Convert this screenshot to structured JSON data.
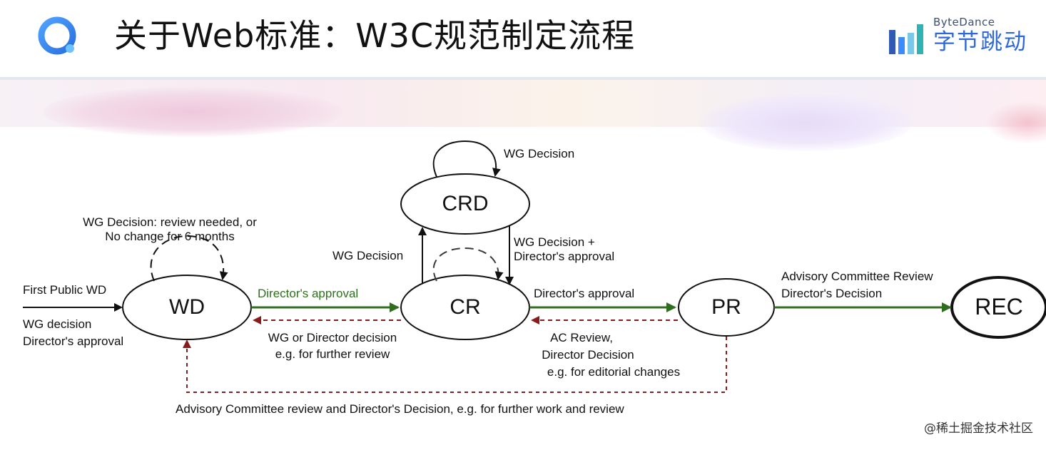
{
  "header": {
    "title": "关于Web标准：W3C规范制定流程",
    "brand_en": "ByteDance",
    "brand_zh": "字节跳动"
  },
  "diagram": {
    "nodes": {
      "wd": "WD",
      "cr": "CR",
      "crd": "CRD",
      "pr": "PR",
      "rec": "REC"
    },
    "labels": {
      "first_public_wd": "First Public WD",
      "wg_decision_line1": "WG decision",
      "wg_decision_line2": "Director's approval",
      "wd_loop_line1": "WG Decision: review needed, or",
      "wd_loop_line2": "No change for 6 months",
      "wd_to_cr": "Director's approval",
      "cr_to_wd_line1": "WG or Director decision",
      "cr_to_wd_line2": "e.g. for further review",
      "crd_loop": "WG Decision",
      "cr_to_crd": "WG Decision",
      "crd_to_cr_line1": "WG Decision +",
      "crd_to_cr_line2": "Director's approval",
      "cr_to_pr": "Director's approval",
      "pr_to_cr_line1": "AC Review,",
      "pr_to_cr_line2": "Director Decision",
      "pr_to_cr_line3": "e.g. for editorial changes",
      "pr_to_rec_line1": "Advisory Committee Review",
      "pr_to_rec_line2": "Director's Decision",
      "pr_to_wd": "Advisory Committee review and Director's Decision, e.g. for further work and review"
    },
    "colors": {
      "forward_arrow": "#2f6e1f",
      "return_arrow": "#8b1a1a",
      "line": "#111111"
    }
  },
  "footer": {
    "credit": "@稀土掘金技术社区"
  }
}
